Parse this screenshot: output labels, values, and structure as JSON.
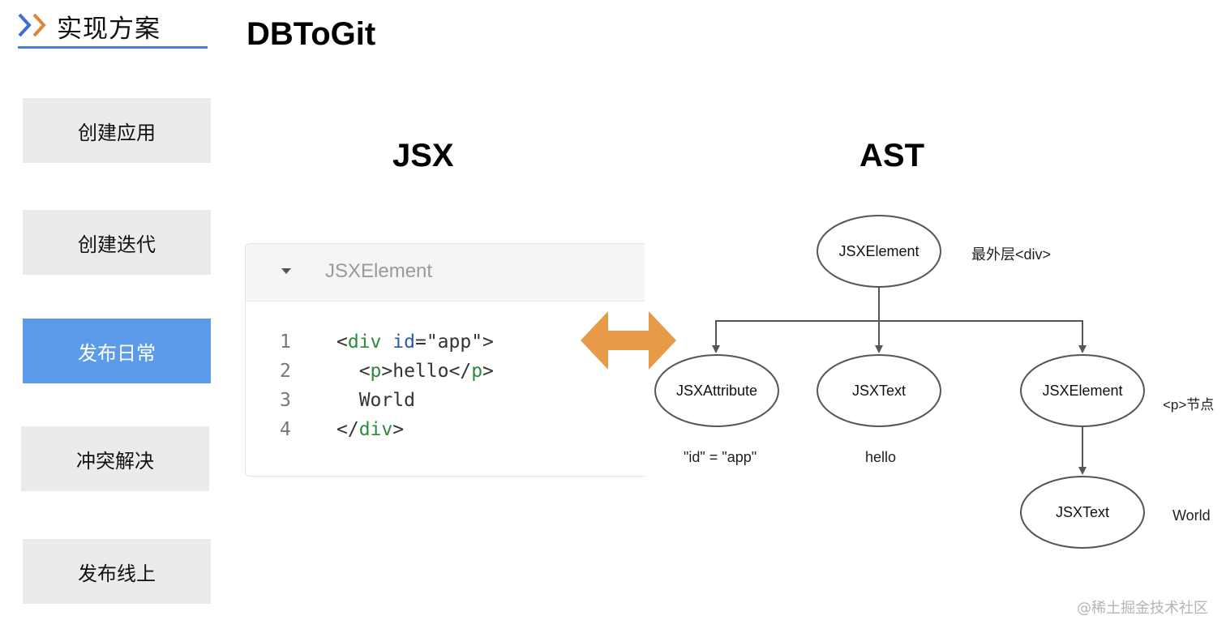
{
  "header": {
    "section_title": "实现方案",
    "page_title": "DBToGit",
    "accent_color": "#4f7fd6",
    "chevron_colors": [
      "#3f6fd1",
      "#e0843a"
    ]
  },
  "sidebar": {
    "items": [
      {
        "label": "创建应用",
        "active": false
      },
      {
        "label": "创建迭代",
        "active": false
      },
      {
        "label": "发布日常",
        "active": true
      },
      {
        "label": "冲突解决",
        "active": false
      },
      {
        "label": "发布线上",
        "active": false
      }
    ],
    "active_color": "#5c9bea",
    "inactive_color": "#ebebeb"
  },
  "jsx_section": {
    "title": "JSX",
    "panel_header": "JSXElement",
    "lines": [
      {
        "num": "1",
        "tokens": [
          {
            "t": "<",
            "c": "punct"
          },
          {
            "t": "div",
            "c": "tag"
          },
          {
            "t": " ",
            "c": "punct"
          },
          {
            "t": "id",
            "c": "attr"
          },
          {
            "t": "=\"app\">",
            "c": "punct"
          }
        ]
      },
      {
        "num": "2",
        "tokens": [
          {
            "t": "  <",
            "c": "punct"
          },
          {
            "t": "p",
            "c": "tag"
          },
          {
            "t": ">hello</",
            "c": "punct"
          },
          {
            "t": "p",
            "c": "tag"
          },
          {
            "t": ">",
            "c": "punct"
          }
        ]
      },
      {
        "num": "3",
        "tokens": [
          {
            "t": "  World",
            "c": "punct"
          }
        ]
      },
      {
        "num": "4",
        "tokens": [
          {
            "t": "</",
            "c": "punct"
          },
          {
            "t": "div",
            "c": "tag"
          },
          {
            "t": ">",
            "c": "punct"
          }
        ]
      }
    ]
  },
  "ast_section": {
    "title": "AST",
    "nodes": {
      "root": "JSXElement",
      "attr": "JSXAttribute",
      "text": "JSXText",
      "p_elem": "JSXElement",
      "p_text": "JSXText"
    },
    "notes": {
      "root": "最外层<div>",
      "attr": "\"id\" = \"app\"",
      "text": "hello",
      "p_elem": "<p>节点",
      "p_text": "World"
    }
  },
  "arrow_color": "#e79b48",
  "watermark": "@稀土掘金技术社区"
}
